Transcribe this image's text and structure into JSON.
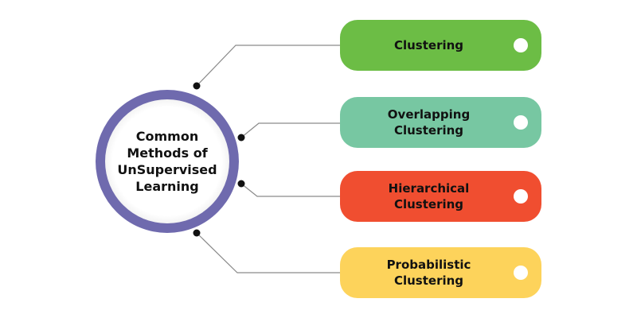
{
  "hub": {
    "lines": [
      "Common",
      "Methods of",
      "UnSupervised",
      "Learning"
    ],
    "ring_color": "#6f6aae"
  },
  "methods": [
    {
      "lines": [
        "Clustering"
      ],
      "color": "#6cbd45"
    },
    {
      "lines": [
        "Overlapping",
        "Clustering"
      ],
      "color": "#77c7a2"
    },
    {
      "lines": [
        "Hierarchical",
        "Clustering"
      ],
      "color": "#f04e30"
    },
    {
      "lines": [
        "Probabilistic",
        "Clustering"
      ],
      "color": "#fdd35b"
    }
  ],
  "connector_color": "#8a8a8a"
}
